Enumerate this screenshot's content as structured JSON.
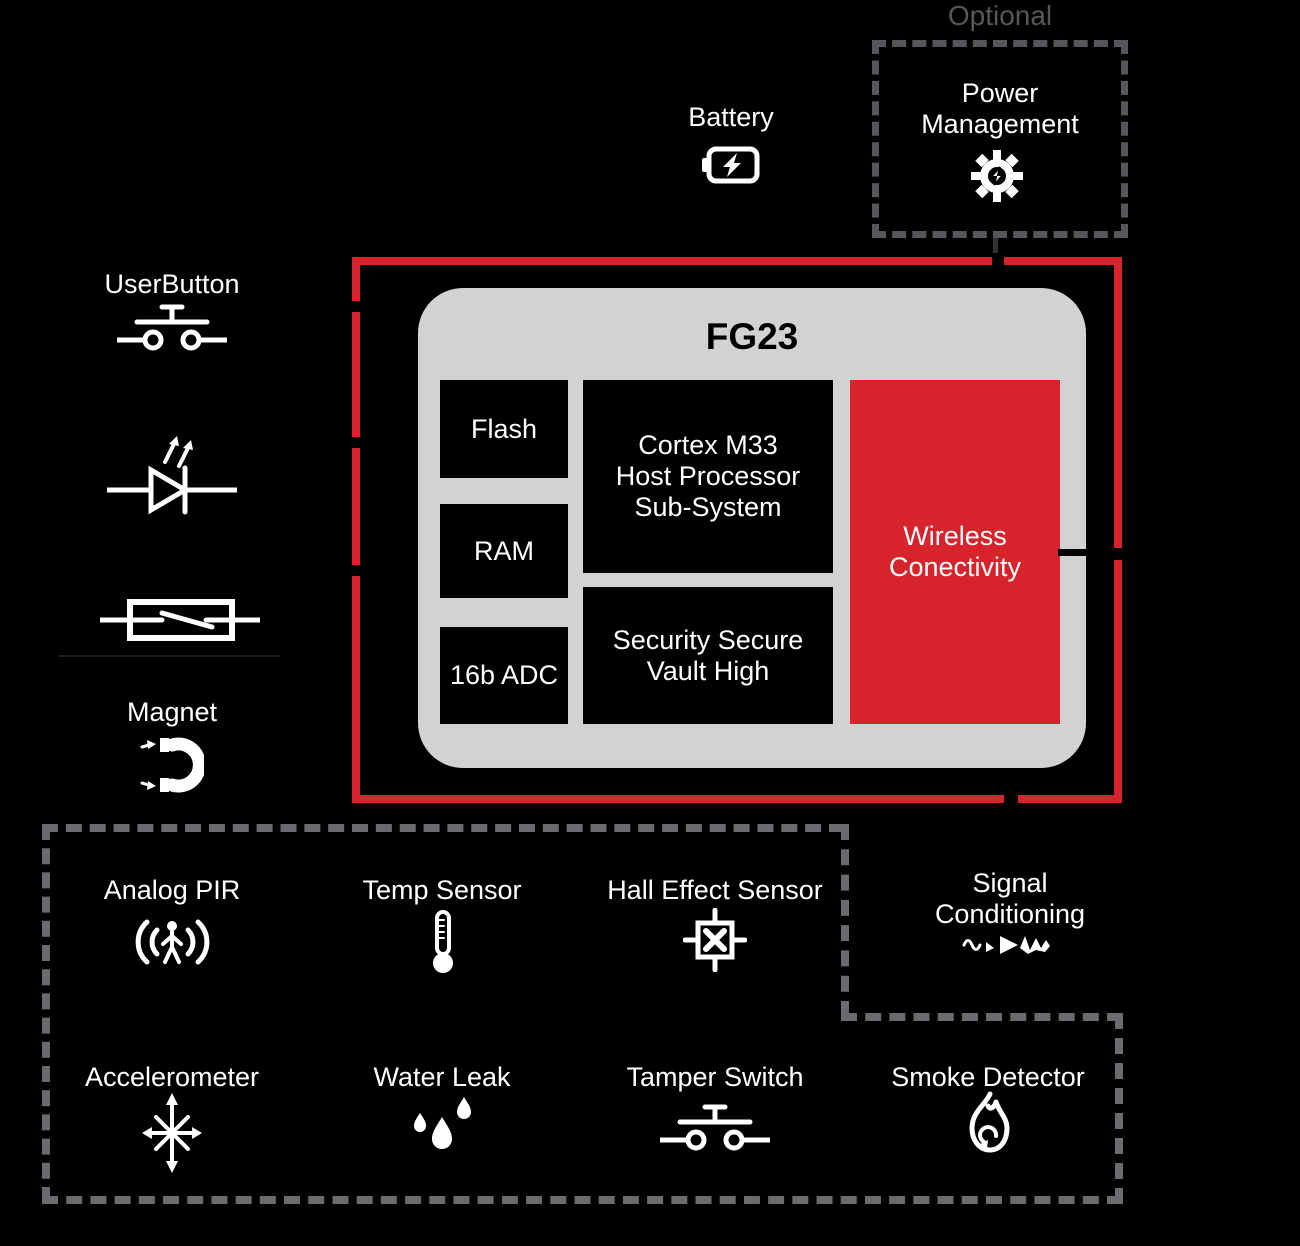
{
  "colors": {
    "red": "#D7232C",
    "graybox": "#D2D1D3",
    "dashdark": "#56575B",
    "dashlight": "#6A6B6E",
    "white": "#FFFFFF",
    "black": "#000000"
  },
  "header": {
    "optional_label": "Optional"
  },
  "power_management": {
    "label": "Power\nManagement",
    "icon": "gear-bolt-icon"
  },
  "battery": {
    "label": "Battery",
    "icon": "battery-icon"
  },
  "left_column": {
    "user_button": {
      "label": "UserButton",
      "icon": "pushbutton-icon"
    },
    "led": {
      "icon": "led-icon"
    },
    "reed_switch": {
      "icon": "reed-switch-icon"
    },
    "magnet": {
      "label": "Magnet",
      "icon": "magnet-icon"
    }
  },
  "soc": {
    "title": "FG23",
    "blocks": {
      "flash": "Flash",
      "ram": "RAM",
      "adc": "16b ADC",
      "cortex": "Cortex M33\nHost Processor\nSub-System",
      "security": "Security Secure\nVault High",
      "wireless": "Wireless\nConectivity"
    }
  },
  "sensors": {
    "analog_pir": {
      "label": "Analog PIR",
      "icon": "pir-motion-icon"
    },
    "temp_sensor": {
      "label": "Temp Sensor",
      "icon": "thermometer-icon"
    },
    "hall_effect": {
      "label": "Hall Effect Sensor",
      "icon": "hall-chip-icon"
    },
    "signal_conditioning": {
      "label": "Signal\nConditioning",
      "icon": "signal-wave-icon"
    },
    "accelerometer": {
      "label": "Accelerometer",
      "icon": "axes-arrows-icon"
    },
    "water_leak": {
      "label": "Water Leak",
      "icon": "water-drops-icon"
    },
    "tamper_switch": {
      "label": "Tamper Switch",
      "icon": "pushbutton-icon"
    },
    "smoke_detector": {
      "label": "Smoke Detector",
      "icon": "flame-icon"
    }
  }
}
